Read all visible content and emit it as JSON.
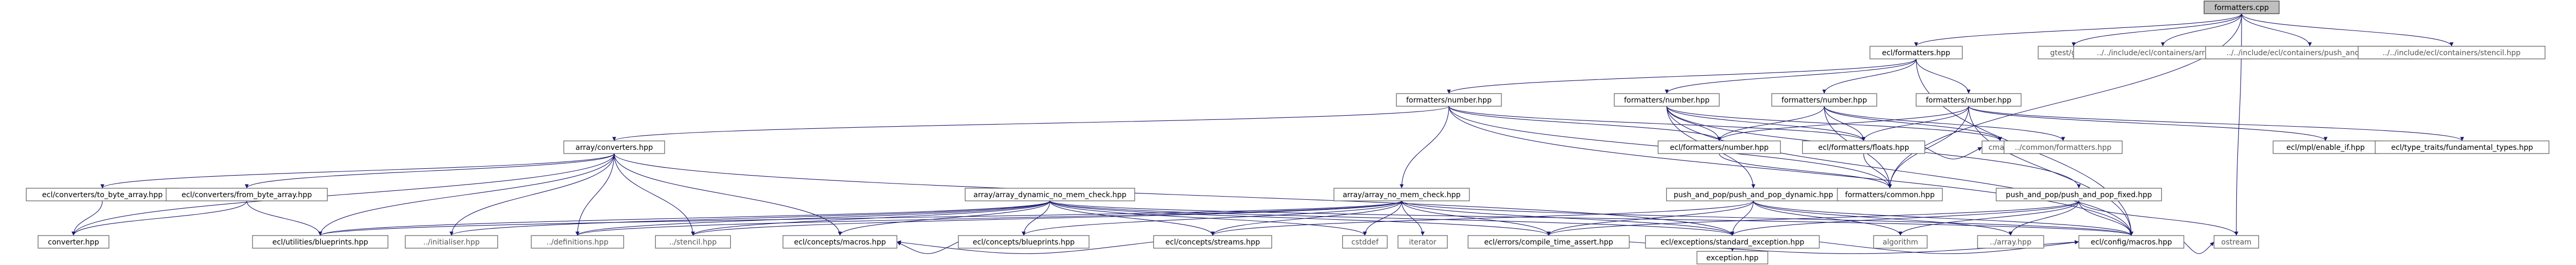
{
  "colors": {
    "node_fill": "#ffffff",
    "node_stroke": "#666666",
    "root_fill": "#bfbfbf",
    "edge": "#191970",
    "external_text": "#555555",
    "text": "#000000"
  },
  "graph": {
    "nodes": [
      {
        "id": "root",
        "label": "formatters.cpp",
        "kind": "root"
      },
      {
        "id": "ecl_fmt",
        "label": "ecl/formatters.hpp",
        "kind": "file"
      },
      {
        "id": "gtest",
        "label": "gtest/gtest.h",
        "kind": "external"
      },
      {
        "id": "inc_array",
        "label": "../../include/ecl/containers/array.hpp",
        "kind": "external"
      },
      {
        "id": "inc_pushpop",
        "label": "../../include/ecl/containers/push_and_pop.hpp",
        "kind": "external"
      },
      {
        "id": "inc_stencil",
        "label": "../../include/ecl/containers/stencil.hpp",
        "kind": "external"
      },
      {
        "id": "fmt_num_1",
        "label": "formatters/number.hpp",
        "kind": "file"
      },
      {
        "id": "fmt_num_2",
        "label": "formatters/number.hpp",
        "kind": "file"
      },
      {
        "id": "fmt_num_3",
        "label": "formatters/number.hpp",
        "kind": "file"
      },
      {
        "id": "fmt_num_4",
        "label": "formatters/number.hpp",
        "kind": "file"
      },
      {
        "id": "arr_conv",
        "label": "array/converters.hpp",
        "kind": "file"
      },
      {
        "id": "conv_to",
        "label": "ecl/converters/to_byte_array.hpp",
        "kind": "file"
      },
      {
        "id": "conv_from",
        "label": "ecl/converters/from_byte_array.hpp",
        "kind": "file"
      },
      {
        "id": "converter",
        "label": "converter.hpp",
        "kind": "file"
      },
      {
        "id": "arr_dyn",
        "label": "array/array_dynamic_no_mem_check.hpp",
        "kind": "file"
      },
      {
        "id": "arr_nomem",
        "label": "array/array_no_mem_check.hpp",
        "kind": "file"
      },
      {
        "id": "pp_dyn",
        "label": "push_and_pop/push_and_pop_dynamic.hpp",
        "kind": "file"
      },
      {
        "id": "pp_fixed",
        "label": "push_and_pop/push_and_pop_fixed.hpp",
        "kind": "file"
      },
      {
        "id": "ecl_fmt_num",
        "label": "ecl/formatters/number.hpp",
        "kind": "file"
      },
      {
        "id": "ecl_fmt_floats",
        "label": "ecl/formatters/floats.hpp",
        "kind": "file"
      },
      {
        "id": "cmath",
        "label": "cmath",
        "kind": "external"
      },
      {
        "id": "common_fmt",
        "label": "../common/formatters.hpp",
        "kind": "external"
      },
      {
        "id": "fmt_common",
        "label": "formatters/common.hpp",
        "kind": "file"
      },
      {
        "id": "mpl_enable",
        "label": "ecl/mpl/enable_if.hpp",
        "kind": "file"
      },
      {
        "id": "type_traits",
        "label": "ecl/type_traits/fundamental_types.hpp",
        "kind": "file"
      },
      {
        "id": "blueprints_u",
        "label": "ecl/utilities/blueprints.hpp",
        "kind": "file"
      },
      {
        "id": "initialiser",
        "label": "../initialiser.hpp",
        "kind": "external"
      },
      {
        "id": "definitions",
        "label": "../definitions.hpp",
        "kind": "external"
      },
      {
        "id": "stencil_rel",
        "label": "../stencil.hpp",
        "kind": "external"
      },
      {
        "id": "concepts_macros",
        "label": "ecl/concepts/macros.hpp",
        "kind": "file"
      },
      {
        "id": "concepts_blue",
        "label": "ecl/concepts/blueprints.hpp",
        "kind": "file"
      },
      {
        "id": "concepts_streams",
        "label": "ecl/concepts/streams.hpp",
        "kind": "file"
      },
      {
        "id": "cstddef",
        "label": "cstddef",
        "kind": "external"
      },
      {
        "id": "iterator",
        "label": "iterator",
        "kind": "external"
      },
      {
        "id": "compile_assert",
        "label": "ecl/errors/compile_time_assert.hpp",
        "kind": "file"
      },
      {
        "id": "std_exception",
        "label": "ecl/exceptions/standard_exception.hpp",
        "kind": "file"
      },
      {
        "id": "algorithm",
        "label": "algorithm",
        "kind": "external"
      },
      {
        "id": "array_rel",
        "label": "../array.hpp",
        "kind": "external"
      },
      {
        "id": "config_macros",
        "label": "ecl/config/macros.hpp",
        "kind": "file"
      },
      {
        "id": "ostream",
        "label": "ostream",
        "kind": "external"
      },
      {
        "id": "exception",
        "label": "exception.hpp",
        "kind": "file"
      }
    ],
    "edges": [
      [
        "root",
        "ecl_fmt"
      ],
      [
        "root",
        "gtest"
      ],
      [
        "root",
        "inc_array"
      ],
      [
        "root",
        "inc_pushpop"
      ],
      [
        "root",
        "inc_stencil"
      ],
      [
        "root",
        "fmt_common"
      ],
      [
        "root",
        "ostream"
      ],
      [
        "ecl_fmt",
        "fmt_num_1"
      ],
      [
        "ecl_fmt",
        "fmt_num_2"
      ],
      [
        "ecl_fmt",
        "fmt_num_3"
      ],
      [
        "ecl_fmt",
        "fmt_num_4"
      ],
      [
        "ecl_fmt",
        "config_macros"
      ],
      [
        "fmt_num_1",
        "arr_conv"
      ],
      [
        "fmt_num_1",
        "arr_nomem"
      ],
      [
        "fmt_num_1",
        "ecl_fmt_num"
      ],
      [
        "fmt_num_1",
        "ecl_fmt_floats"
      ],
      [
        "fmt_num_1",
        "config_macros"
      ],
      [
        "fmt_num_1",
        "fmt_common"
      ],
      [
        "fmt_num_2",
        "pp_dyn"
      ],
      [
        "fmt_num_2",
        "pp_fixed"
      ],
      [
        "fmt_num_2",
        "ecl_fmt_num"
      ],
      [
        "fmt_num_2",
        "ecl_fmt_floats"
      ],
      [
        "fmt_num_2",
        "cmath"
      ],
      [
        "fmt_num_2",
        "config_macros"
      ],
      [
        "fmt_num_3",
        "ecl_fmt_num"
      ],
      [
        "fmt_num_3",
        "ecl_fmt_floats"
      ],
      [
        "fmt_num_3",
        "cmath"
      ],
      [
        "fmt_num_3",
        "common_fmt"
      ],
      [
        "fmt_num_3",
        "fmt_common"
      ],
      [
        "fmt_num_4",
        "ecl_fmt_num"
      ],
      [
        "fmt_num_4",
        "ecl_fmt_floats"
      ],
      [
        "fmt_num_4",
        "mpl_enable"
      ],
      [
        "fmt_num_4",
        "type_traits"
      ],
      [
        "fmt_num_4",
        "fmt_common"
      ],
      [
        "fmt_num_4",
        "config_macros"
      ],
      [
        "arr_conv",
        "conv_to"
      ],
      [
        "arr_conv",
        "conv_from"
      ],
      [
        "arr_conv",
        "converter"
      ],
      [
        "arr_conv",
        "blueprints_u"
      ],
      [
        "arr_conv",
        "initialiser"
      ],
      [
        "arr_conv",
        "definitions"
      ],
      [
        "arr_conv",
        "stencil_rel"
      ],
      [
        "arr_conv",
        "concepts_macros"
      ],
      [
        "arr_conv",
        "std_exception"
      ],
      [
        "conv_to",
        "converter"
      ],
      [
        "conv_from",
        "converter"
      ],
      [
        "conv_from",
        "blueprints_u"
      ],
      [
        "arr_dyn",
        "blueprints_u"
      ],
      [
        "arr_dyn",
        "initialiser"
      ],
      [
        "arr_dyn",
        "definitions"
      ],
      [
        "arr_dyn",
        "stencil_rel"
      ],
      [
        "arr_dyn",
        "concepts_macros"
      ],
      [
        "arr_dyn",
        "concepts_blue"
      ],
      [
        "arr_dyn",
        "concepts_streams"
      ],
      [
        "arr_dyn",
        "cstddef"
      ],
      [
        "arr_dyn",
        "compile_assert"
      ],
      [
        "arr_dyn",
        "std_exception"
      ],
      [
        "arr_dyn",
        "config_macros"
      ],
      [
        "arr_nomem",
        "blueprints_u"
      ],
      [
        "arr_nomem",
        "definitions"
      ],
      [
        "arr_nomem",
        "stencil_rel"
      ],
      [
        "arr_nomem",
        "concepts_blue"
      ],
      [
        "arr_nomem",
        "concepts_streams"
      ],
      [
        "arr_nomem",
        "cstddef"
      ],
      [
        "arr_nomem",
        "iterator"
      ],
      [
        "arr_nomem",
        "compile_assert"
      ],
      [
        "arr_nomem",
        "std_exception"
      ],
      [
        "arr_nomem",
        "config_macros"
      ],
      [
        "pp_dyn",
        "compile_assert"
      ],
      [
        "pp_dyn",
        "std_exception"
      ],
      [
        "pp_dyn",
        "algorithm"
      ],
      [
        "pp_dyn",
        "array_rel"
      ],
      [
        "pp_dyn",
        "config_macros"
      ],
      [
        "pp_dyn",
        "concepts_streams"
      ],
      [
        "pp_fixed",
        "compile_assert"
      ],
      [
        "pp_fixed",
        "std_exception"
      ],
      [
        "pp_fixed",
        "algorithm"
      ],
      [
        "pp_fixed",
        "array_rel"
      ],
      [
        "pp_fixed",
        "config_macros"
      ],
      [
        "pp_fixed",
        "ostream"
      ],
      [
        "ecl_fmt_num",
        "fmt_common"
      ],
      [
        "ecl_fmt_floats",
        "fmt_common"
      ],
      [
        "ecl_fmt_floats",
        "cmath"
      ],
      [
        "concepts_blue",
        "concepts_macros"
      ],
      [
        "concepts_streams",
        "concepts_macros"
      ],
      [
        "compile_assert",
        "config_macros"
      ],
      [
        "std_exception",
        "exception"
      ],
      [
        "std_exception",
        "config_macros"
      ],
      [
        "config_macros",
        "ostream"
      ]
    ]
  }
}
